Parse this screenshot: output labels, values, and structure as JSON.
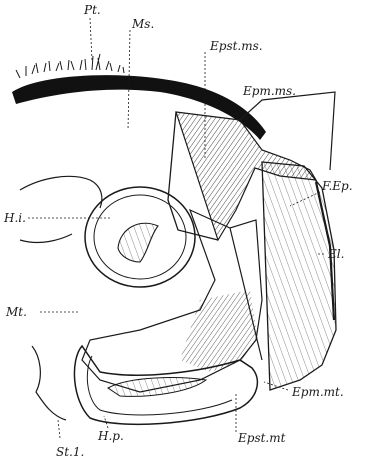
{
  "labels": {
    "pt": "Pt.",
    "ms": "Ms.",
    "epst_ms": "Epst.ms.",
    "epm_ms": "Epm.ms.",
    "f_ep": "F.Ep.",
    "hi": "H.i.",
    "el": "El.",
    "mt": "Mt.",
    "epm_mt": "Epm.mt.",
    "hp": "H.p.",
    "epst_mt": "Epst.mt",
    "st1": "St.1."
  },
  "colors": {
    "ink": "#1a1a1a",
    "paper": "#ffffff"
  }
}
